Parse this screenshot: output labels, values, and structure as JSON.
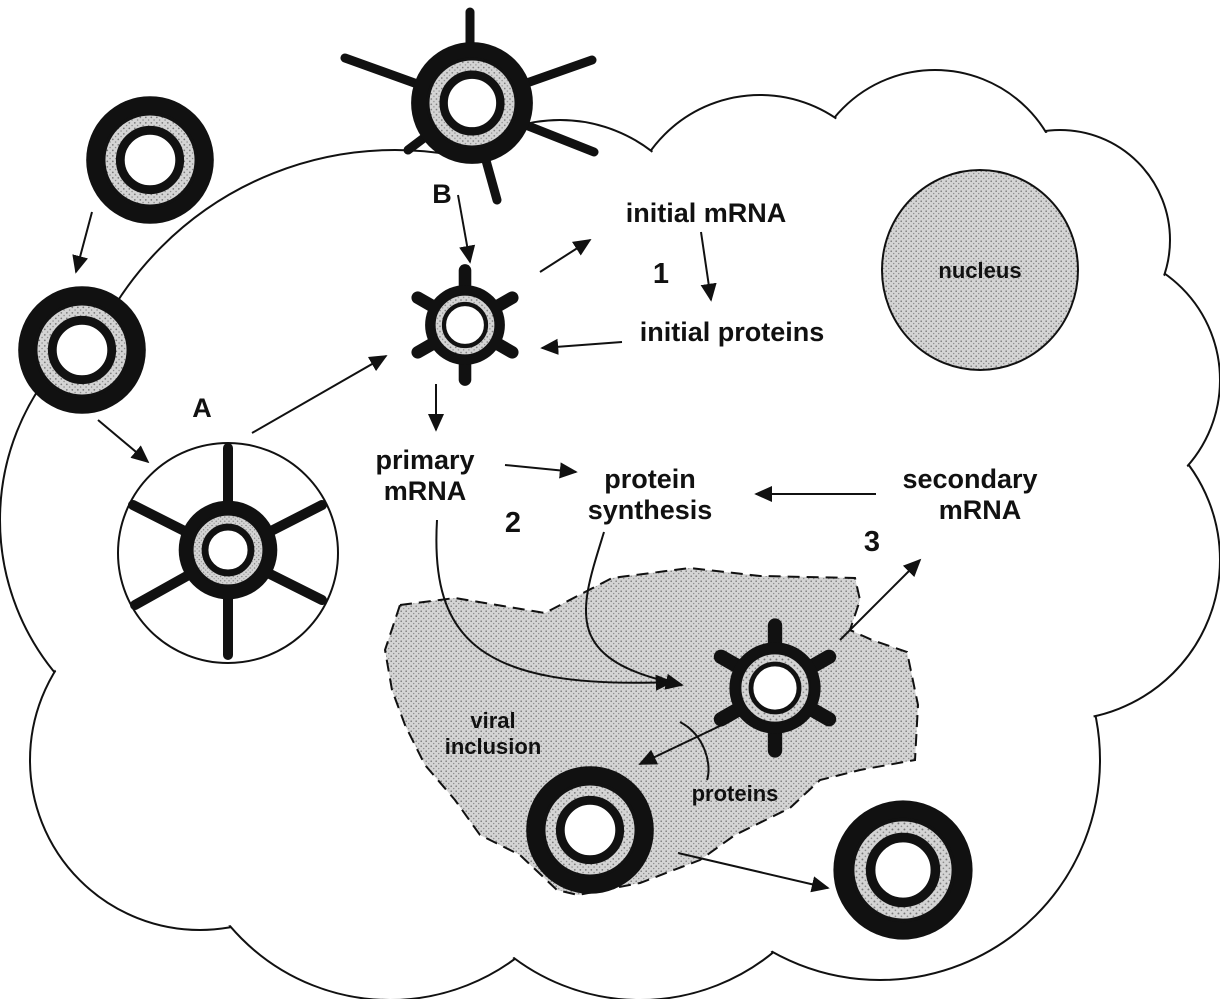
{
  "labels": {
    "route_a": "A",
    "route_b": "B",
    "initial_mrna": "initial mRNA",
    "step_1": "1",
    "initial_proteins": "initial proteins",
    "nucleus": "nucleus",
    "primary_line1": "primary",
    "primary_line2": "mRNA",
    "step_2": "2",
    "protein_line1": "protein",
    "protein_line2": "synthesis",
    "secondary_line1": "secondary",
    "secondary_line2": "mRNA",
    "step_3": "3",
    "viral_line1": "viral",
    "viral_line2": "inclusion",
    "proteins": "proteins"
  },
  "colors": {
    "ink": "#111111",
    "shade": "#c8c8c8",
    "background": "#ffffff"
  }
}
